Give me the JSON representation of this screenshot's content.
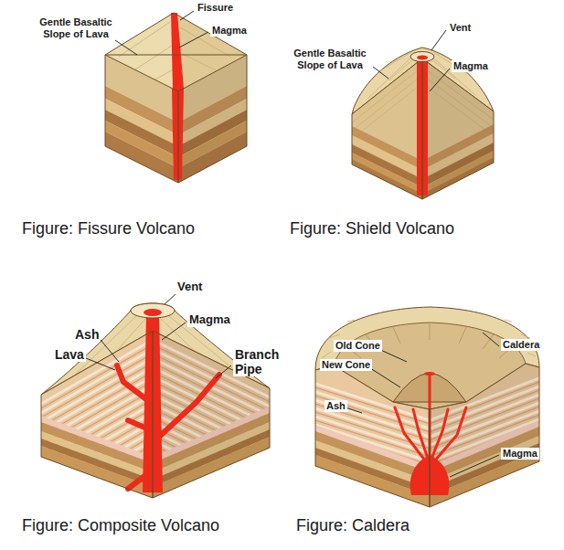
{
  "diagram": {
    "labels": [
      "Gentle Basaltic Slope of Lava",
      "Fissure",
      "Magma",
      "Figure: Fissure Volcano",
      "Gentle Basaltic Slope of Lava",
      "Vent",
      "Magma",
      "Figure: Shield Volcano",
      "Ash",
      "Lava",
      "Vent",
      "Magma",
      "Branch Pipe",
      "Figure: Composite Volcano",
      "Old Cone",
      "Caldera",
      "New Cone",
      "Ash",
      "Magma",
      "Figure: Caldera"
    ]
  }
}
